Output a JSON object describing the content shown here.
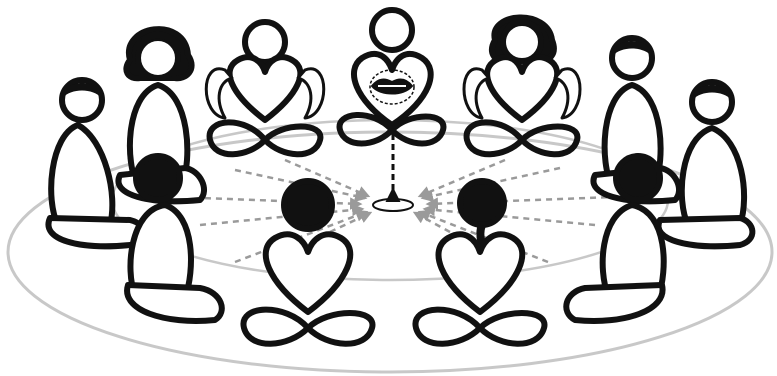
{
  "figure": {
    "description_alt": "",
    "colors": {
      "ink": "#111111",
      "paper": "#ffffff",
      "ring": "#c8c8c8",
      "arrow": "#9a9a9a",
      "talk_arrow": "#111111"
    },
    "participants": [
      {
        "id": "p1",
        "role": "listener",
        "hair": "short",
        "facing": "center"
      },
      {
        "id": "p2",
        "role": "listener",
        "hair": "curly",
        "facing": "center"
      },
      {
        "id": "p3",
        "role": "listener-heart-ears",
        "hair": "bald",
        "facing": "center"
      },
      {
        "id": "p4",
        "role": "speaker-heart-mouth",
        "hair": "bald",
        "facing": "center"
      },
      {
        "id": "p5",
        "role": "listener-heart-ears",
        "hair": "curly",
        "facing": "center"
      },
      {
        "id": "p6",
        "role": "listener",
        "hair": "short",
        "facing": "center"
      },
      {
        "id": "p7",
        "role": "listener",
        "hair": "short",
        "facing": "center"
      },
      {
        "id": "p8",
        "role": "listener-back",
        "hair": "short",
        "facing": "center"
      },
      {
        "id": "p9",
        "role": "listener-back",
        "hair": "short",
        "facing": "center"
      },
      {
        "id": "p10",
        "role": "listener-back",
        "hair": "ponytail",
        "facing": "center"
      },
      {
        "id": "p11",
        "role": "listener-back",
        "hair": "short",
        "facing": "center"
      }
    ],
    "center_object": "talking-piece"
  }
}
